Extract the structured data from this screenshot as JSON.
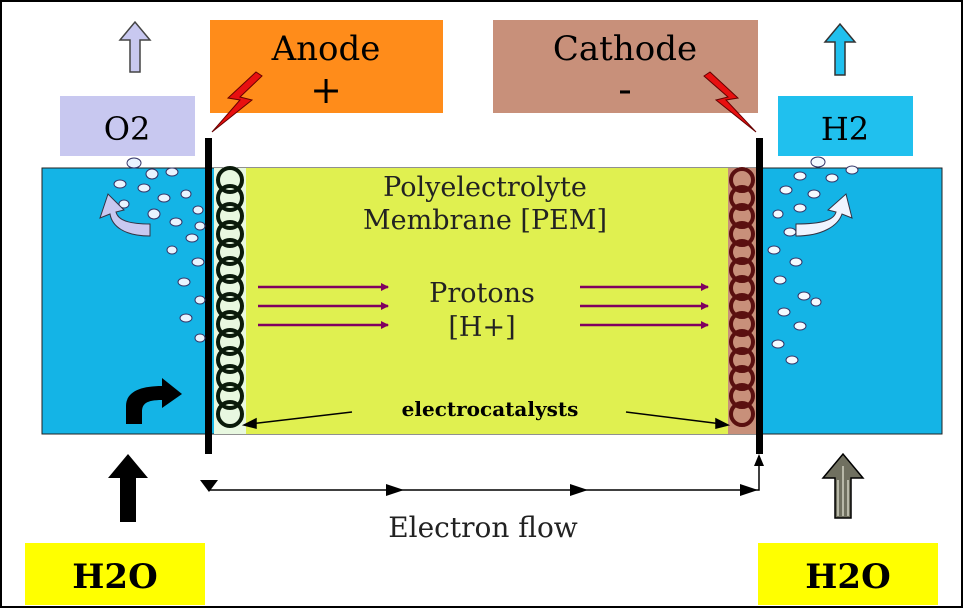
{
  "anode": {
    "name": "Anode",
    "sign": "+"
  },
  "cathode": {
    "name": "Cathode",
    "sign": "-"
  },
  "outputs": {
    "left": "O2",
    "right": "H2"
  },
  "inputs": {
    "left": "H2O",
    "right": "H2O"
  },
  "membrane": {
    "line1": "Polyelectrolyte",
    "line2": "Membrane [PEM]"
  },
  "protons": {
    "line1": "Protons",
    "line2": "[H+]"
  },
  "electrocatalysts": "electrocatalysts",
  "electron_flow": "Electron flow",
  "colors": {
    "water": "#14b4e6",
    "membrane": "#e0f050",
    "anode_box": "#ff8c1a",
    "cathode_box": "#c8907a",
    "o2_box": "#c8c8f0",
    "h2_box": "#20c0ee",
    "h2o_box": "#ffff00",
    "proton_arrow": "#800060",
    "spark": "#e81010"
  }
}
